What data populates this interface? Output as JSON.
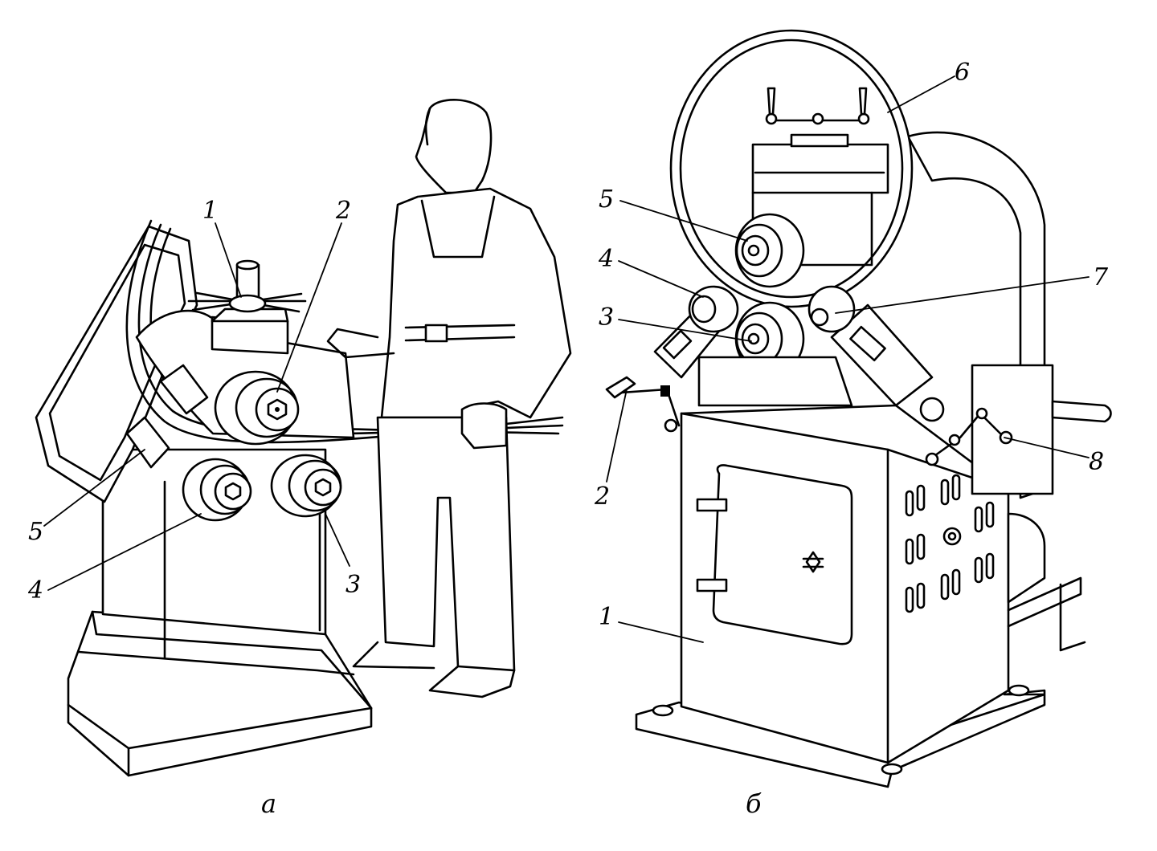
{
  "panel_a": {
    "caption": "а",
    "labels": {
      "1": "1",
      "2": "2",
      "3": "3",
      "4": "4",
      "5": "5"
    }
  },
  "panel_b": {
    "caption": "б",
    "labels": {
      "1": "1",
      "2": "2",
      "3": "3",
      "4": "4",
      "5": "5",
      "6": "6",
      "7": "7",
      "8": "8"
    }
  }
}
